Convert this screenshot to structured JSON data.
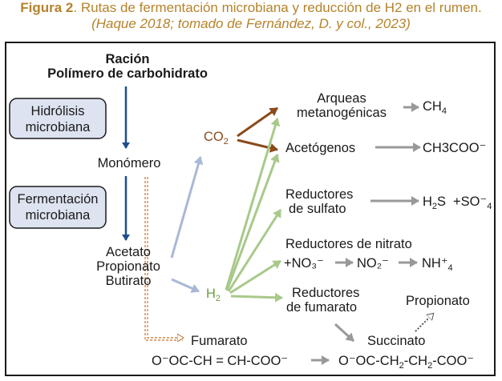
{
  "caption": {
    "label": "Figura 2",
    "separator": ".",
    "text": " Rutas de fermentación microbiana y reducción de H2 en el rumen. ",
    "reference": "(Haque 2018; tomado de Fernández, D. y col., 2023)"
  },
  "nodes": {
    "racion": "Ración",
    "polimero": "Polímero de carbohidrato",
    "hidrolisis_1": "Hidrólisis",
    "hidrolisis_2": "microbiana",
    "monomero": "Monómero",
    "fermentacion_1": "Fermentación",
    "fermentacion_2": "microbiana",
    "acetato": "Acetato",
    "propionato": "Propionato",
    "butirato": "Butirato",
    "co2": "CO",
    "co2_sub": "2",
    "h2": "H",
    "h2_sub": "2",
    "arqueas_1": "Arqueas",
    "arqueas_2": "metanogénicas",
    "ch4": "CH",
    "ch4_sub": "4",
    "acetogenos": "Acetógenos",
    "ch3coo": "CH3COO⁻",
    "reductores_sulfato_1": "Reductores",
    "reductores_sulfato_2": "de sulfato",
    "h2s": "H",
    "h2s_sub": "2",
    "h2s_tail": "S",
    "so4": "+SO⁻",
    "so4_sub": "4",
    "reductores_nitrato": "Reductores de nitrato",
    "no3": "+NO₃⁻",
    "no2": "NO₂⁻",
    "nh4": "NH⁺",
    "nh4_sub": "4",
    "reductores_fumarato_1": "Reductores",
    "reductores_fumarato_2": "de fumarato",
    "propionato_out": "Propionato",
    "fumarato": "Fumarato",
    "fumarato_formula": "O⁻OC-CH = CH-COO⁻",
    "succinato": "Succinato",
    "succinato_formula_a": "O⁻OC-CH",
    "succinato_formula_sub1": "2",
    "succinato_formula_b": "-CH",
    "succinato_formula_sub2": "2",
    "succinato_formula_c": "-COO⁻"
  },
  "colors": {
    "caption": "#b5832b",
    "dark_blue": "#1f4e8c",
    "light_blue": "#a9b8d6",
    "brown": "#8b4a1c",
    "green": "#a8c98a",
    "gray": "#999999",
    "box_fill": "#dde3f0"
  }
}
